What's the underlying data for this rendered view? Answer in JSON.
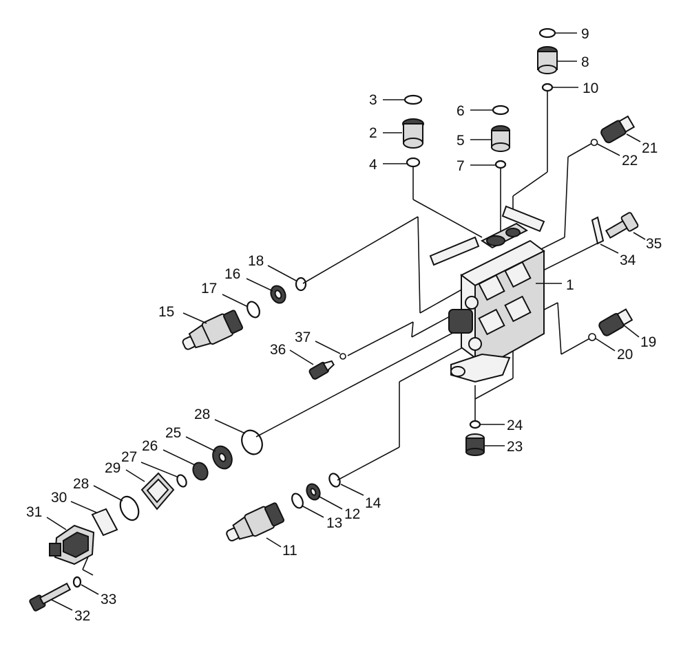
{
  "labels": {
    "p1": "1",
    "p2": "2",
    "p3": "3",
    "p4": "4",
    "p5": "5",
    "p6": "6",
    "p7": "7",
    "p8": "8",
    "p9": "9",
    "p10": "10",
    "p11": "11",
    "p12": "12",
    "p13": "13",
    "p14": "14",
    "p15": "15",
    "p16": "16",
    "p17": "17",
    "p18": "18",
    "p19": "19",
    "p20": "20",
    "p21": "21",
    "p22": "22",
    "p23": "23",
    "p24": "24",
    "p25": "25",
    "p26": "26",
    "p27": "27",
    "p28a": "28",
    "p28b": "28",
    "p29": "29",
    "p30": "30",
    "p31": "31",
    "p32": "32",
    "p33": "33",
    "p34": "34",
    "p35": "35",
    "p36": "36",
    "p37": "37"
  }
}
